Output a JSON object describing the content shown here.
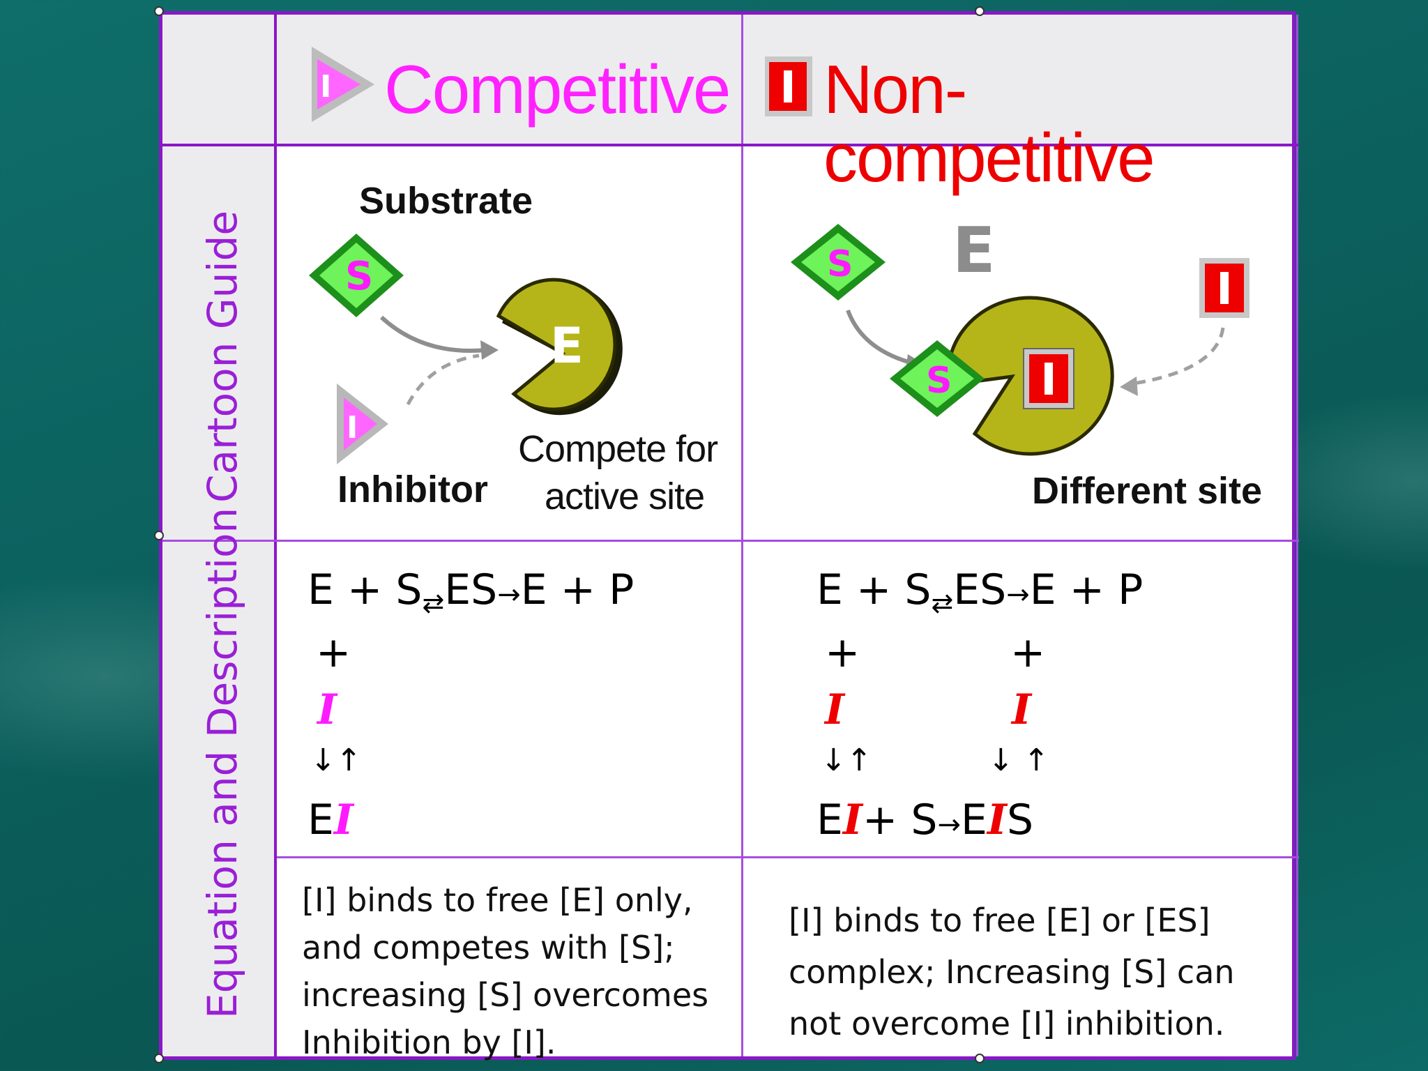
{
  "header": {
    "competitive": "Competitive",
    "noncompetitive": "Non-competitive",
    "inhibitor_symbol": "I"
  },
  "rows": {
    "cartoon": "Cartoon Guide",
    "equation": "Equation and Description"
  },
  "cartoon": {
    "substrate_label": "Substrate",
    "inhibitor_label": "Inhibitor",
    "compete_line1": "Compete for",
    "compete_line2": "active site",
    "different_site": "Different site",
    "s": "S",
    "e": "E",
    "i": "I"
  },
  "equations": {
    "main": "E + S",
    "es_part": "ES",
    "ep_part": "E + P",
    "plus": "+",
    "inhibitor": "I",
    "updown": "↓↑",
    "down_up_spaced": "↓ ↑",
    "comp_product": "E",
    "noncomp_product_a": "E",
    "noncomp_product_b": "+ S",
    "noncomp_product_c": "E",
    "noncomp_product_d": "S"
  },
  "descriptions": {
    "competitive": [
      "[I] binds to free [E] only,",
      "and competes with [S];",
      "increasing [S] overcomes",
      "Inhibition by [I]."
    ],
    "noncompetitive": [
      "[I] binds to free [E] or [ES]",
      "complex; Increasing [S] can",
      "not overcome [I] inhibition."
    ]
  },
  "colors": {
    "background": "#0b5f5c",
    "border_purple": "#8b17c9",
    "magenta": "#ff1aff",
    "red": "#ee0000",
    "enzyme_olive": "#b5b51a",
    "substrate_green": "#27b51e"
  }
}
